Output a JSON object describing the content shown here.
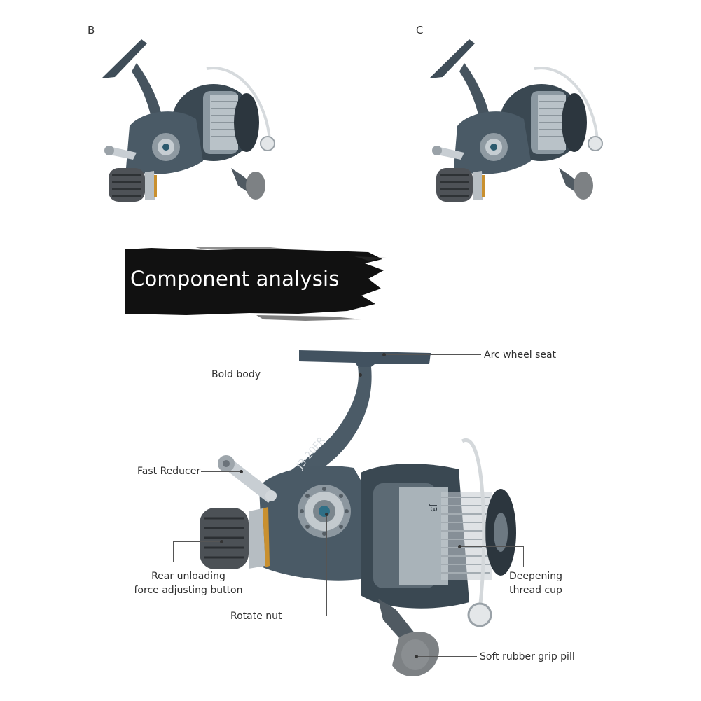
{
  "variants": [
    {
      "letter": "B"
    },
    {
      "letter": "C"
    }
  ],
  "section": {
    "title": "Component analysis"
  },
  "product": {
    "model_label": "J3-20FR",
    "spool_label": "J3"
  },
  "callouts": {
    "arc_wheel_seat": "Arc wheel seat",
    "bold_body": "Bold body",
    "fast_reducer": "Fast Reducer",
    "rear_unloading_line1": "Rear unloading",
    "rear_unloading_line2": "force adjusting button",
    "deepening_line1": "Deepening",
    "deepening_line2": "thread cup",
    "rotate_nut": "Rotate nut",
    "soft_rubber_grip": "Soft rubber grip pill"
  },
  "colors": {
    "reel_body": "#4a5a66",
    "reel_dark": "#2c363e",
    "chrome": "#c9cfd4",
    "grip": "#7d8184",
    "accent_gold": "#c9902f",
    "brush": "#111111"
  }
}
